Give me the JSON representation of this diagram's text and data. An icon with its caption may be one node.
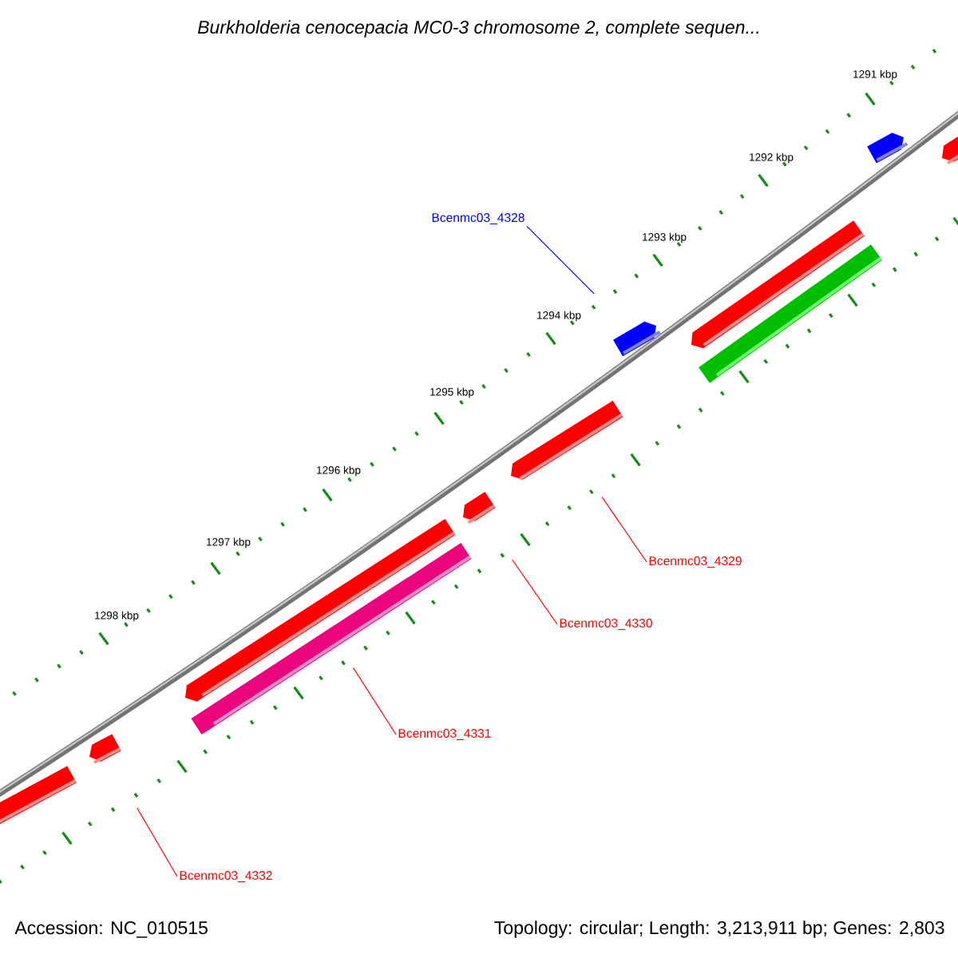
{
  "diagram": {
    "title": "Burkholderia cenocepacia MC0-3 chromosome 2, complete sequen...",
    "nodes": [
      {
        "text": [
          "Bcenmc03_4328"
        ]
      },
      {
        "text": [
          "Bcenmc03_4329"
        ]
      },
      {
        "text": [
          "Bcenmc03_4330"
        ]
      },
      {
        "text": [
          "Bcenmc03_4331"
        ]
      },
      {
        "text": [
          "Bcenmc03_4332"
        ]
      },
      {
        "text": [],
        "shape": "bar"
      },
      {
        "text": [],
        "shape": "bar"
      },
      {
        "text": [],
        "shape": "bar"
      },
      {
        "text": [],
        "shape": "bar"
      },
      {
        "text": [],
        "shape": "bar"
      }
    ],
    "edges": [
      {
        "from": 0,
        "to": 5,
        "arrow": "none",
        "color": "#0000ff"
      },
      {
        "from": 1,
        "to": 6,
        "arrow": "none"
      },
      {
        "from": 2,
        "to": 7,
        "arrow": "none"
      },
      {
        "from": 3,
        "to": 8,
        "arrow": "none"
      },
      {
        "from": 4,
        "to": 9,
        "arrow": "none"
      }
    ],
    "labels": [
      "1291 kbp",
      "1292 kbp",
      "1293 kbp",
      "1294 kbp",
      "1295 kbp",
      "1296 kbp",
      "1297 kbp",
      "1298 kbp",
      "Accession: NC_010515",
      "Topology: circular; Length: 3,213,911 bp; Genes: 2,803"
    ]
  }
}
